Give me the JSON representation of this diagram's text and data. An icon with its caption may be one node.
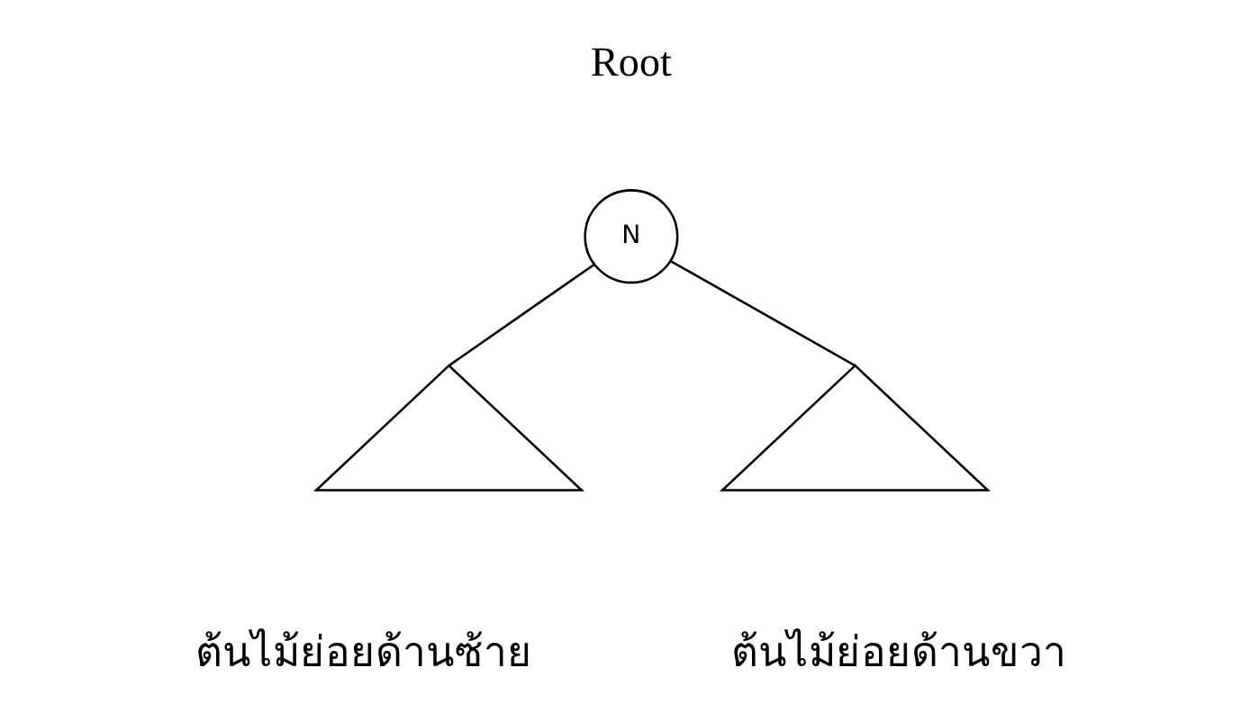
{
  "diagram": {
    "nodes": [
      {
        "text": [
          "N"
        ],
        "beside": [
          "Root"
        ]
      },
      {
        "text": [],
        "shape": "triangle",
        "beside": [
          "ต้นไม้ย่อยด้านซ้าย"
        ]
      },
      {
        "text": [],
        "shape": "triangle",
        "beside": [
          "ต้นไม้ย่อยด้านขวา"
        ]
      }
    ],
    "edges": [
      {
        "from": 0,
        "to": 1,
        "arrow": "none"
      },
      {
        "from": 0,
        "to": 2,
        "arrow": "none"
      }
    ]
  }
}
